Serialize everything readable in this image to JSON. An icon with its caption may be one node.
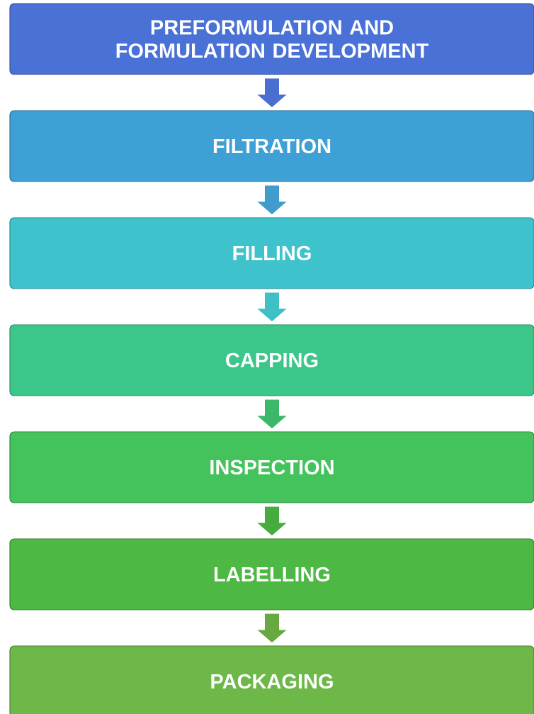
{
  "diagram": {
    "nodes": [
      {
        "text": [
          "PREFORMULATION AND FORMULATION DEVELOPMENT"
        ]
      },
      {
        "text": [
          "FILTRATION"
        ]
      },
      {
        "text": [
          "FILLING"
        ]
      },
      {
        "text": [
          "CAPPING"
        ]
      },
      {
        "text": [
          "INSPECTION"
        ]
      },
      {
        "text": [
          "LABELLING"
        ]
      },
      {
        "text": [
          "PACKAGING"
        ]
      }
    ],
    "edges": [
      {
        "from": 0,
        "to": 1,
        "arrow": "to",
        "color": "#4a6fd0"
      },
      {
        "from": 1,
        "to": 2,
        "arrow": "to",
        "color": "#3f9ccc"
      },
      {
        "from": 2,
        "to": 3,
        "arrow": "to",
        "color": "#3ec0c4"
      },
      {
        "from": 3,
        "to": 4,
        "arrow": "to",
        "color": "#3cb86a"
      },
      {
        "from": 4,
        "to": 5,
        "arrow": "to",
        "color": "#46ac3e"
      },
      {
        "from": 5,
        "to": 6,
        "arrow": "to",
        "color": "#68a840"
      }
    ]
  }
}
